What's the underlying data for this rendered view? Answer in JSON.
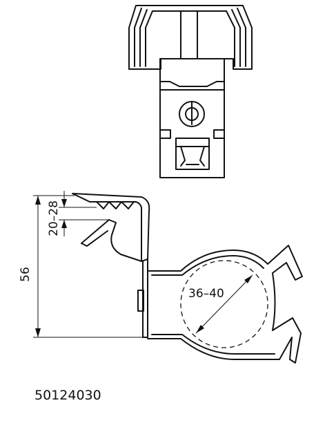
{
  "dimensions": {
    "height_total": "56",
    "clamp_range": "20–28",
    "diameter_range": "36–40"
  },
  "part_number": "50124030",
  "colors": {
    "line": "#111111",
    "background": "#ffffff"
  }
}
